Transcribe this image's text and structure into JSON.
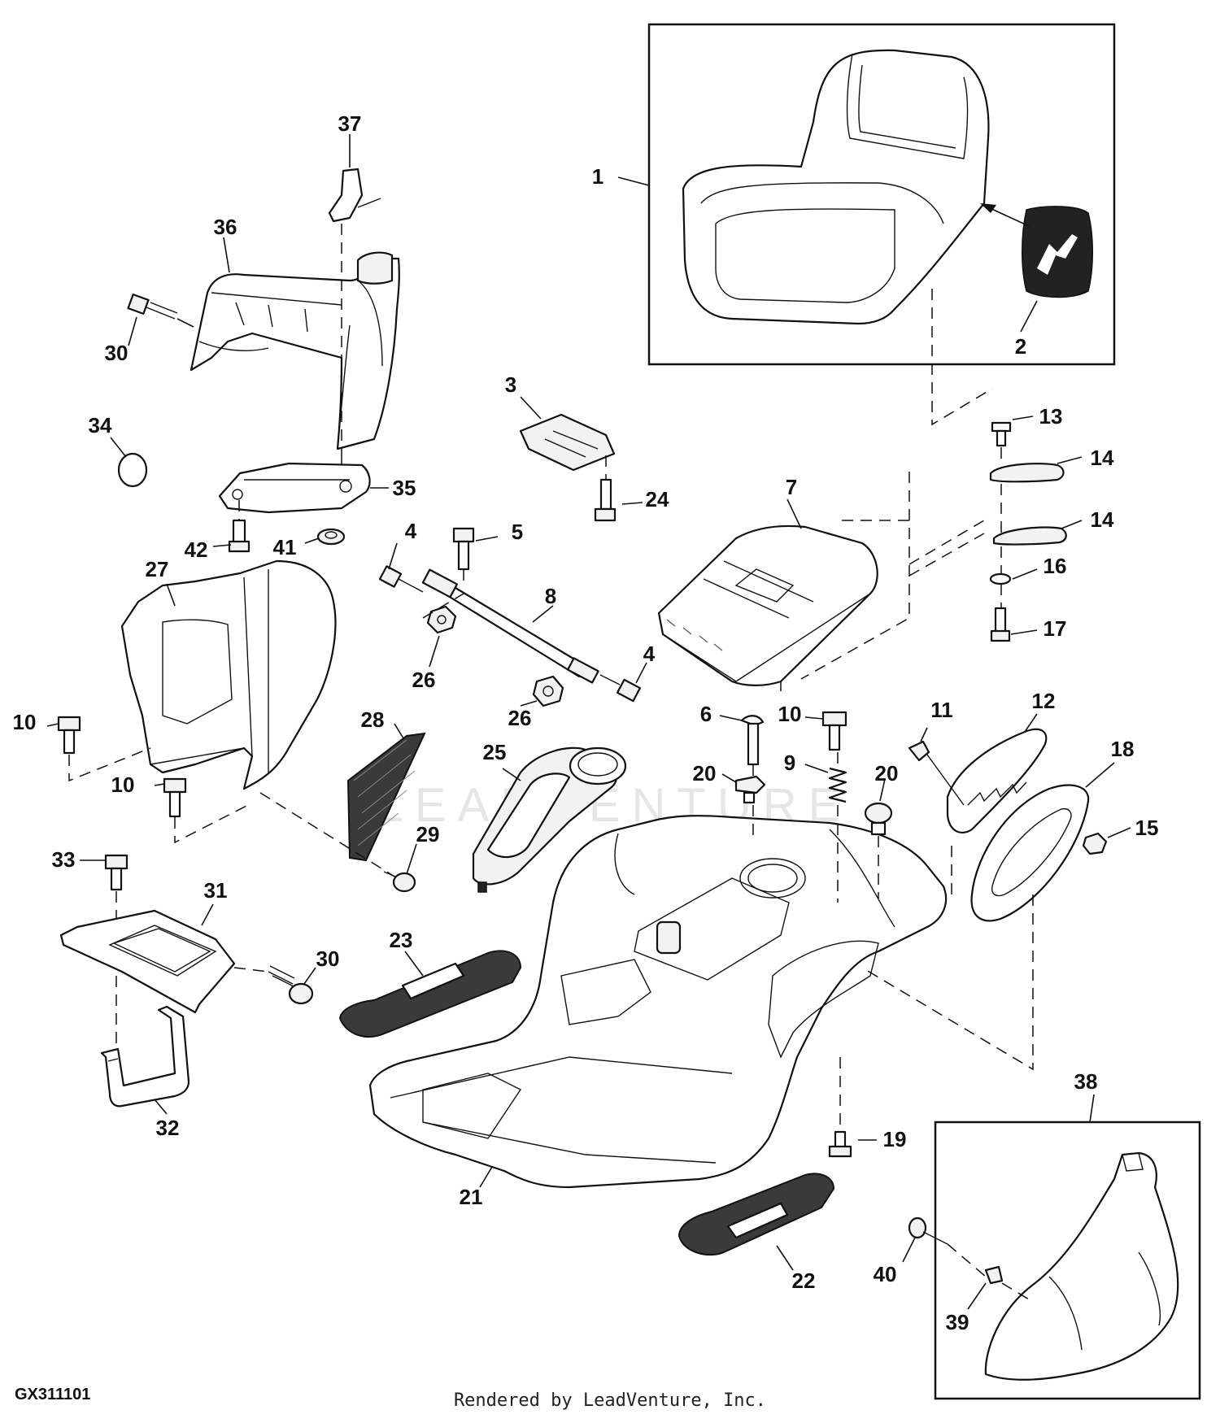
{
  "diagram": {
    "figure_id": "GX311101",
    "credit": "Rendered by LeadVenture, Inc.",
    "watermark": "LEADVENTURE",
    "callouts": [
      {
        "id": "c1",
        "label": "1"
      },
      {
        "id": "c2",
        "label": "2"
      },
      {
        "id": "c3",
        "label": "3"
      },
      {
        "id": "c4a",
        "label": "4"
      },
      {
        "id": "c4b",
        "label": "4"
      },
      {
        "id": "c5",
        "label": "5"
      },
      {
        "id": "c6",
        "label": "6"
      },
      {
        "id": "c7",
        "label": "7"
      },
      {
        "id": "c8",
        "label": "8"
      },
      {
        "id": "c9",
        "label": "9"
      },
      {
        "id": "c10a",
        "label": "10"
      },
      {
        "id": "c10b",
        "label": "10"
      },
      {
        "id": "c10c",
        "label": "10"
      },
      {
        "id": "c11",
        "label": "11"
      },
      {
        "id": "c12",
        "label": "12"
      },
      {
        "id": "c13",
        "label": "13"
      },
      {
        "id": "c14a",
        "label": "14"
      },
      {
        "id": "c14b",
        "label": "14"
      },
      {
        "id": "c15",
        "label": "15"
      },
      {
        "id": "c16",
        "label": "16"
      },
      {
        "id": "c17",
        "label": "17"
      },
      {
        "id": "c18",
        "label": "18"
      },
      {
        "id": "c19",
        "label": "19"
      },
      {
        "id": "c20a",
        "label": "20"
      },
      {
        "id": "c20b",
        "label": "20"
      },
      {
        "id": "c21",
        "label": "21"
      },
      {
        "id": "c22",
        "label": "22"
      },
      {
        "id": "c23",
        "label": "23"
      },
      {
        "id": "c24",
        "label": "24"
      },
      {
        "id": "c25",
        "label": "25"
      },
      {
        "id": "c26a",
        "label": "26"
      },
      {
        "id": "c26b",
        "label": "26"
      },
      {
        "id": "c27",
        "label": "27"
      },
      {
        "id": "c28",
        "label": "28"
      },
      {
        "id": "c29",
        "label": "29"
      },
      {
        "id": "c30a",
        "label": "30"
      },
      {
        "id": "c30b",
        "label": "30"
      },
      {
        "id": "c31",
        "label": "31"
      },
      {
        "id": "c32",
        "label": "32"
      },
      {
        "id": "c33",
        "label": "33"
      },
      {
        "id": "c34",
        "label": "34"
      },
      {
        "id": "c35",
        "label": "35"
      },
      {
        "id": "c36",
        "label": "36"
      },
      {
        "id": "c37",
        "label": "37"
      },
      {
        "id": "c38",
        "label": "38"
      },
      {
        "id": "c39",
        "label": "39"
      },
      {
        "id": "c40",
        "label": "40"
      },
      {
        "id": "c41",
        "label": "41"
      },
      {
        "id": "c42",
        "label": "42"
      }
    ]
  }
}
